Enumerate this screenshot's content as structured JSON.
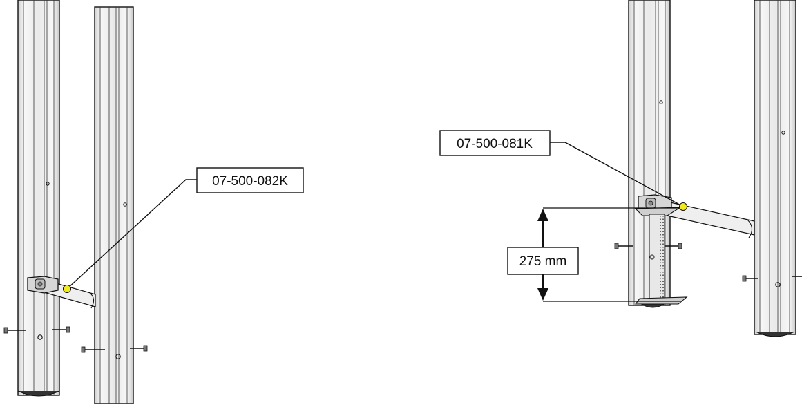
{
  "callouts": {
    "left_part_number": "07-500-082K",
    "right_part_number": "07-500-081K",
    "dimension_label": "275 mm"
  },
  "colors": {
    "marker": "#f2ea1e",
    "line": "#111111",
    "post_shade": "#dcdcdc",
    "post_fill": "#f4f4f4",
    "bracket_fill": "#d0d0d0"
  }
}
